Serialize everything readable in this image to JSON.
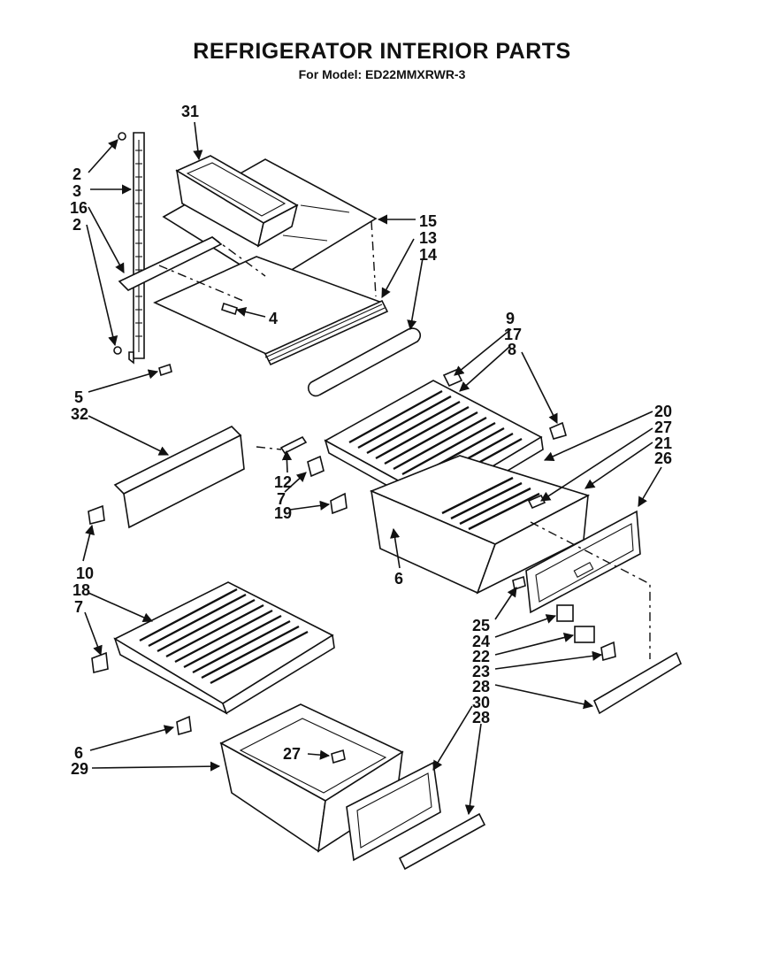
{
  "header": {
    "title": "REFRIGERATOR INTERIOR PARTS",
    "subtitle": "For Model: ED22MMXRWR-3"
  },
  "callouts": [
    "31",
    "2",
    "3",
    "16",
    "2",
    "15",
    "13",
    "14",
    "4",
    "5",
    "32",
    "9",
    "17",
    "8",
    "20",
    "27",
    "21",
    "26",
    "12",
    "7",
    "19",
    "6",
    "10",
    "18",
    "7",
    "25",
    "24",
    "22",
    "23",
    "28",
    "30",
    "28",
    "27",
    "6",
    "29"
  ]
}
